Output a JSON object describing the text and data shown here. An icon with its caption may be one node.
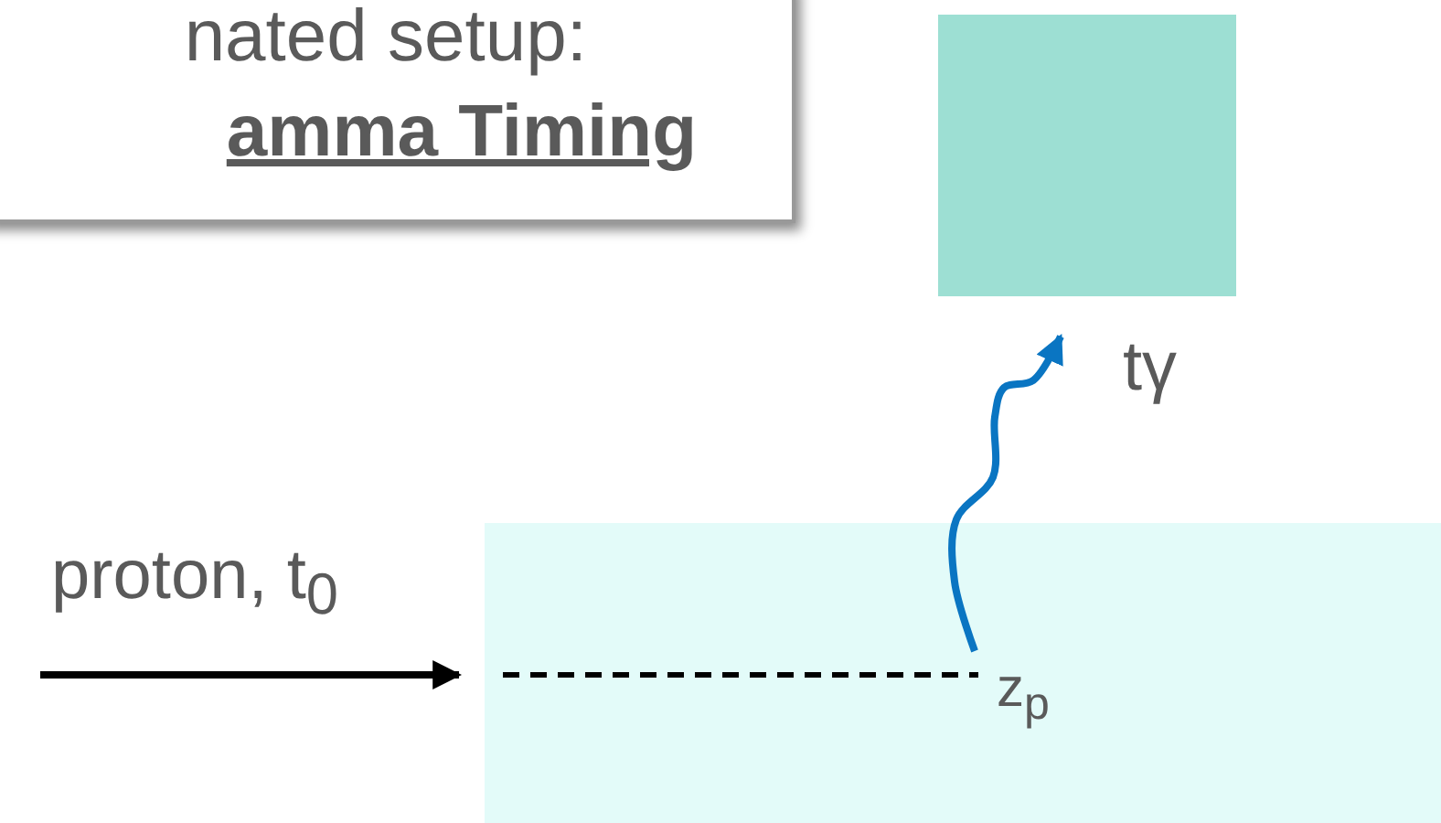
{
  "diagram": {
    "nodes": [
      {
        "text": [
          "nated setup:",
          "amma Timing"
        ]
      },
      {
        "text": [],
        "shape": "box"
      },
      {
        "text": [],
        "shape": "box"
      }
    ],
    "edges": [
      {
        "from": null,
        "to": 2,
        "arrow": "to",
        "label": "proton, t$_{0}$"
      },
      {
        "from": 2,
        "to": 1,
        "arrow": "to",
        "label": "tγ",
        "color": "#0a75c2"
      }
    ],
    "labels": [
      "z$_{p}$"
    ]
  }
}
